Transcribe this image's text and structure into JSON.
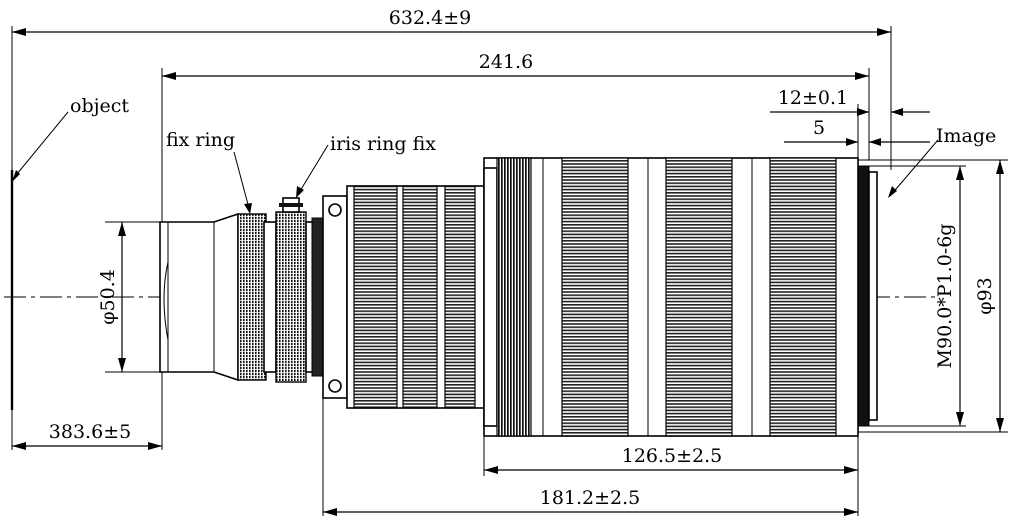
{
  "dimensions": {
    "overall": "632.4±9",
    "lens_length": "241.6",
    "flange_tol": "12±0.1",
    "flange_gap": "5",
    "object_distance": "383.6±5",
    "front_diameter": "φ50.4",
    "mount_thread": "M90.0*P1.0-6g",
    "rear_diameter": "φ93",
    "rear_length": "126.5±2.5",
    "body_length": "181.2±2.5"
  },
  "callouts": {
    "object": "object",
    "fix_ring": "fix ring",
    "iris_ring_fix": "iris ring fix",
    "image": "Image"
  }
}
